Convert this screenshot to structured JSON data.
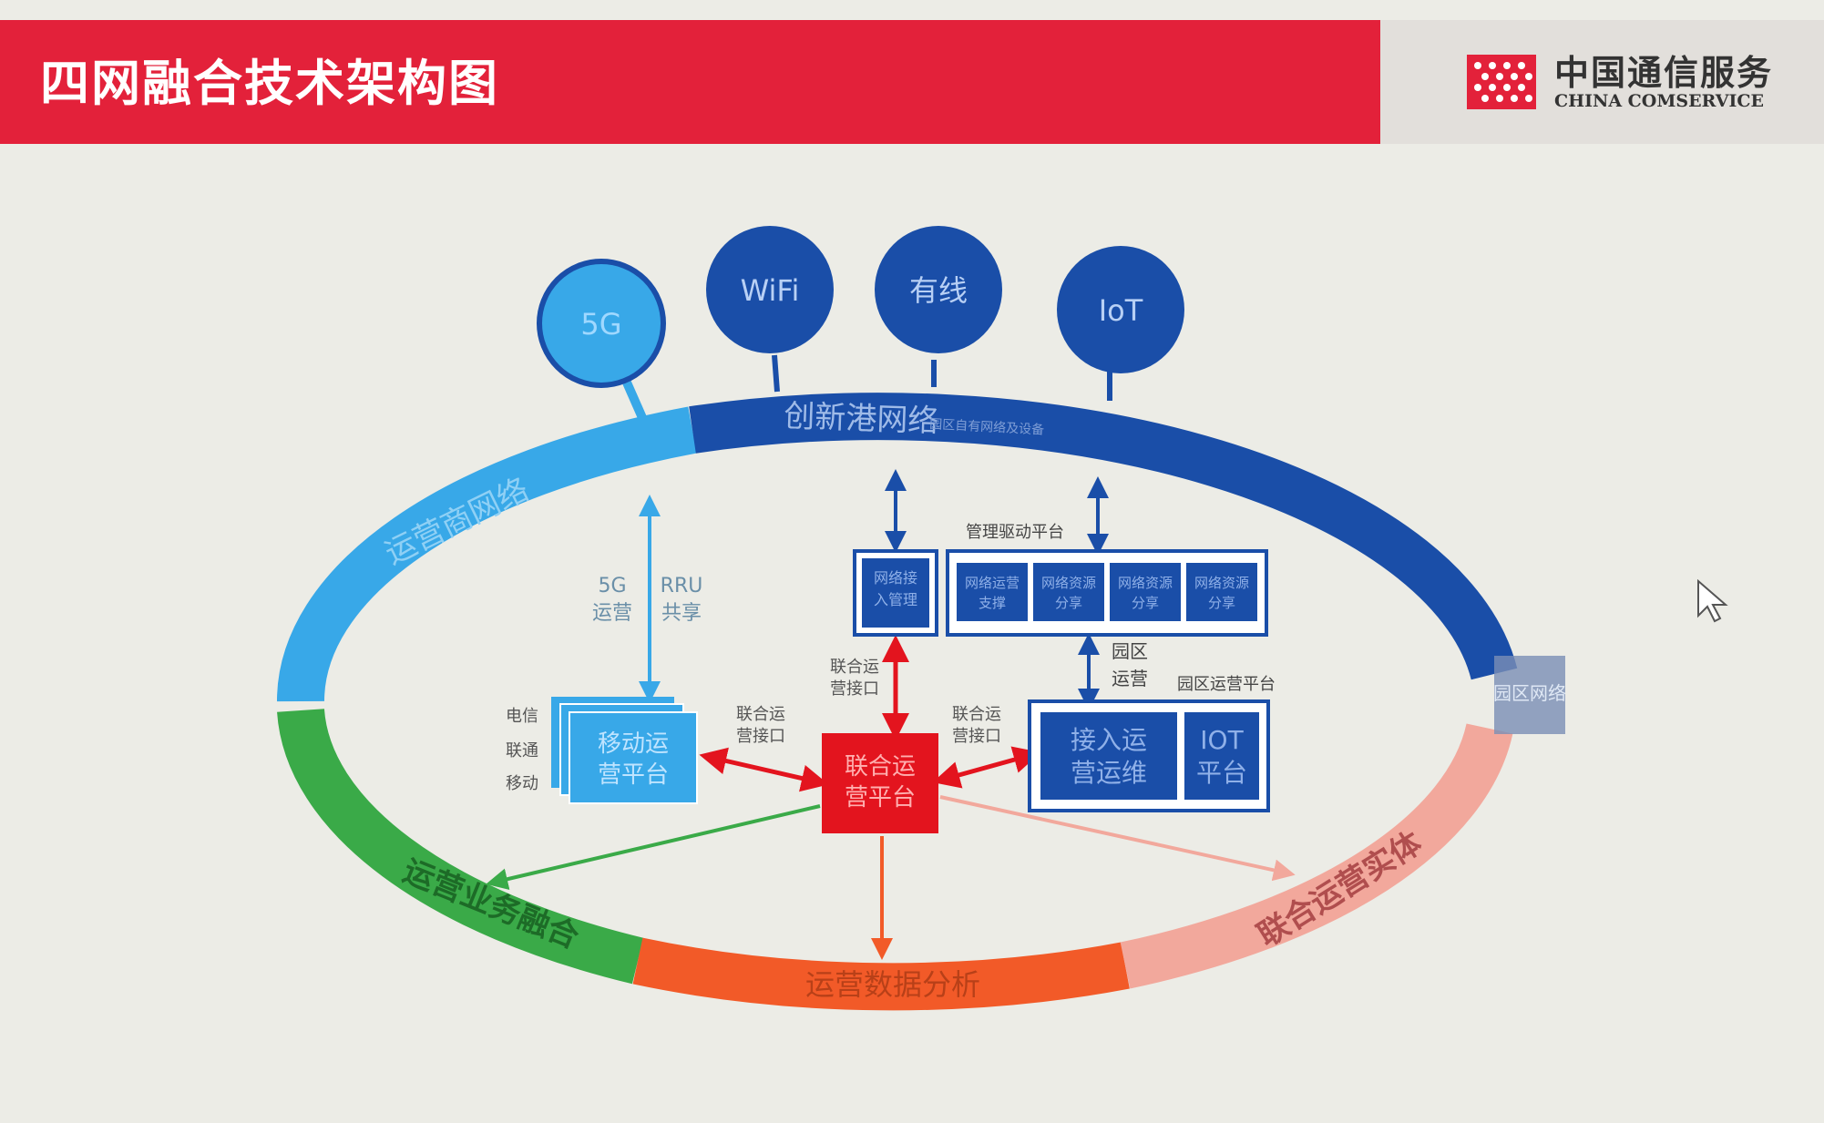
{
  "header": {
    "title": "四网融合技术架构图",
    "logo_cn": "中国通信服务",
    "logo_en": "CHINA COMSERVICE"
  },
  "colors": {
    "brand_red": "#e3213a",
    "dark_blue": "#1a4ea8",
    "light_blue": "#38a8e8",
    "green": "#3aaa48",
    "orange": "#f25a28",
    "pink": "#f2a89c",
    "red_box": "#e3141e"
  },
  "networks": [
    {
      "label": "5G"
    },
    {
      "label": "WiFi"
    },
    {
      "label": "有线"
    },
    {
      "label": "IoT"
    }
  ],
  "rings": {
    "top": "创新港网络",
    "top_sub": "园区自有网络及设备",
    "left": "运营商网络",
    "bottom_left": "运营业务融合",
    "bottom": "运营数据分析",
    "bottom_right": "联合运营实体",
    "right_tag": "园区网络"
  },
  "labels": {
    "g5_ops": "5G\n运营",
    "rru_share": "RRU\n共享",
    "carriers": [
      "电信",
      "联通",
      "移动"
    ],
    "mobile_platform": "移动运营平台",
    "joint_platform": "联合运营平台",
    "joint_iface": "联合运营接口",
    "access_mgmt": "网络接入管理",
    "mgmt_platform": "管理驱动平台",
    "mgmt_cells": [
      "网络运营支撑",
      "网络资源分享",
      "网络资源分享",
      "网络资源分享"
    ],
    "park_ops": "园区\n运营",
    "park_platform": "园区运营平台",
    "access_ops": "接入运营运维",
    "iot_platform": "IOT平台"
  }
}
